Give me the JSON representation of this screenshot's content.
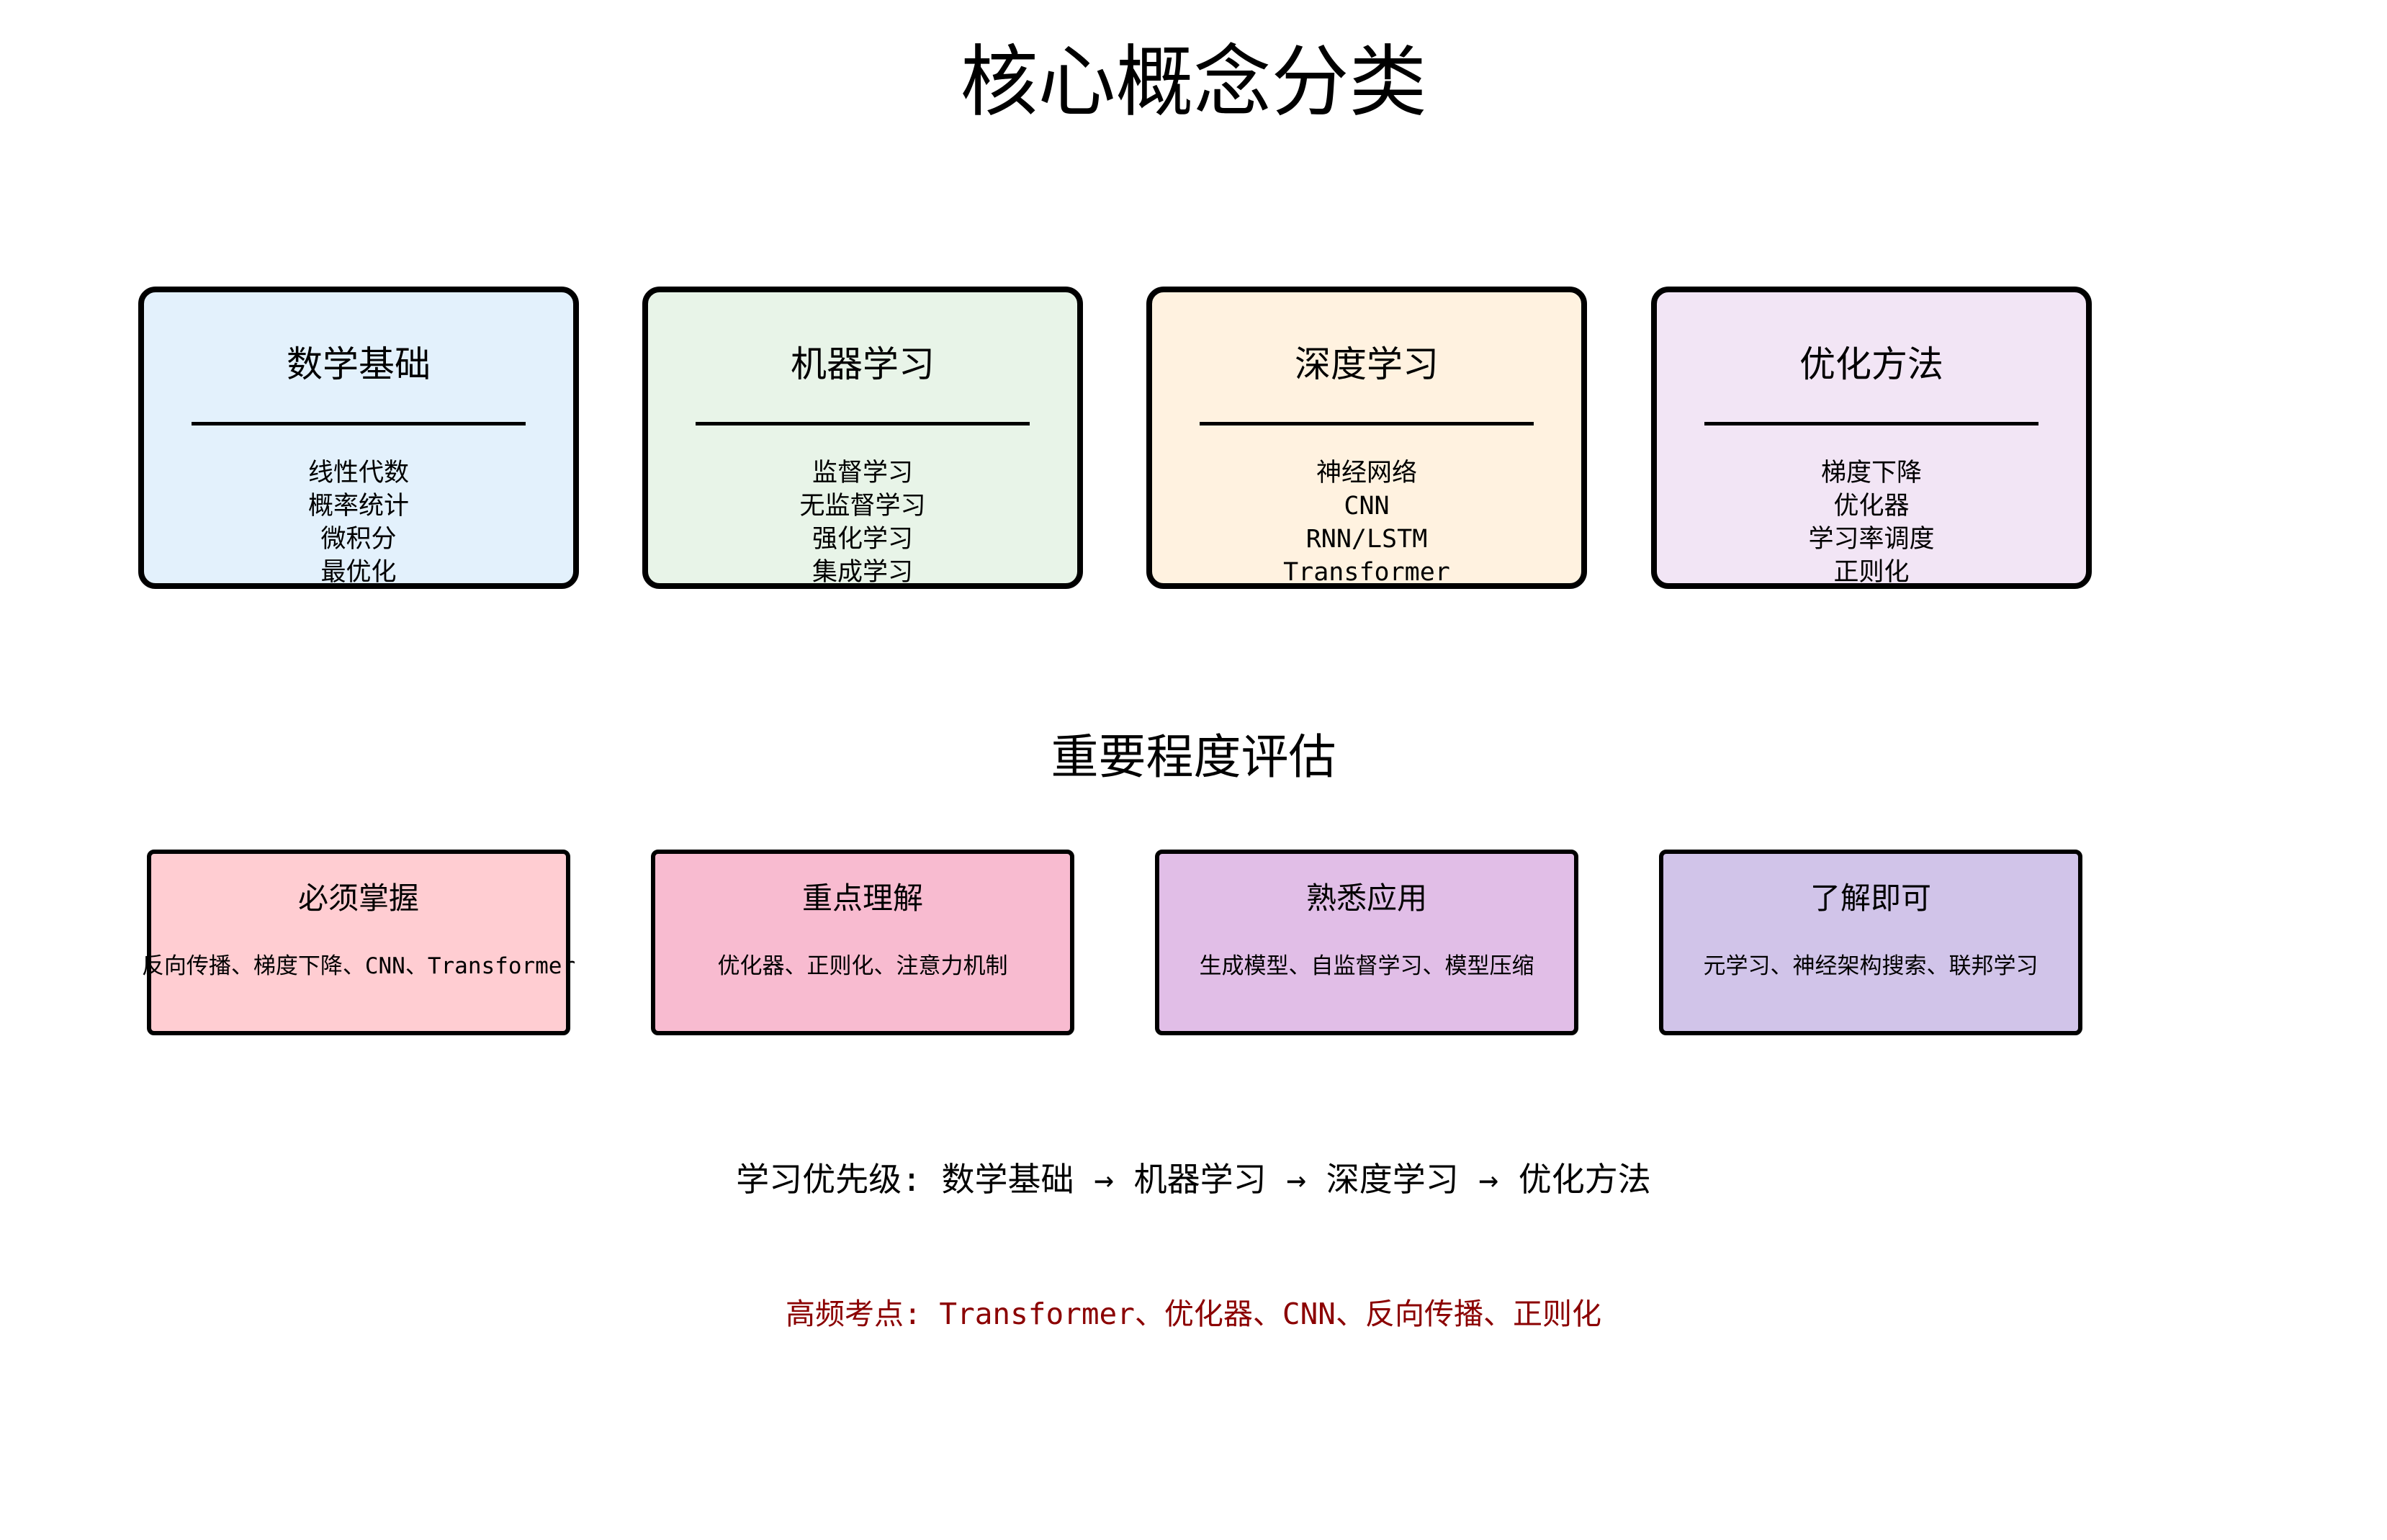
{
  "title": "核心概念分类",
  "categories": [
    {
      "title": "数学基础",
      "items": [
        "线性代数",
        "概率统计",
        "微积分",
        "最优化"
      ],
      "color": "#e3f1fc"
    },
    {
      "title": "机器学习",
      "items": [
        "监督学习",
        "无监督学习",
        "强化学习",
        "集成学习"
      ],
      "color": "#e8f4e8"
    },
    {
      "title": "深度学习",
      "items": [
        "神经网络",
        "CNN",
        "RNN/LSTM",
        "Transformer"
      ],
      "color": "#fff2e0"
    },
    {
      "title": "优化方法",
      "items": [
        "梯度下降",
        "优化器",
        "学习率调度",
        "正则化"
      ],
      "color": "#f2e5f5"
    }
  ],
  "importance_title": "重要程度评估",
  "importance": [
    {
      "title": "必须掌握",
      "desc": "反向传播、梯度下降、CNN、Transformer",
      "color": "#ffcdd2"
    },
    {
      "title": "重点理解",
      "desc": "优化器、正则化、注意力机制",
      "color": "#f8bbd0"
    },
    {
      "title": "熟悉应用",
      "desc": "生成模型、自监督学习、模型压缩",
      "color": "#e1bee7"
    },
    {
      "title": "了解即可",
      "desc": "元学习、神经架构搜索、联邦学习",
      "color": "#d1c4e9"
    }
  ],
  "priority_text": "学习优先级: 数学基础 → 机器学习 → 深度学习 → 优化方法",
  "hotspot_text": "高频考点: Transformer、优化器、CNN、反向传播、正则化",
  "hotspot_color": "#8b0000"
}
